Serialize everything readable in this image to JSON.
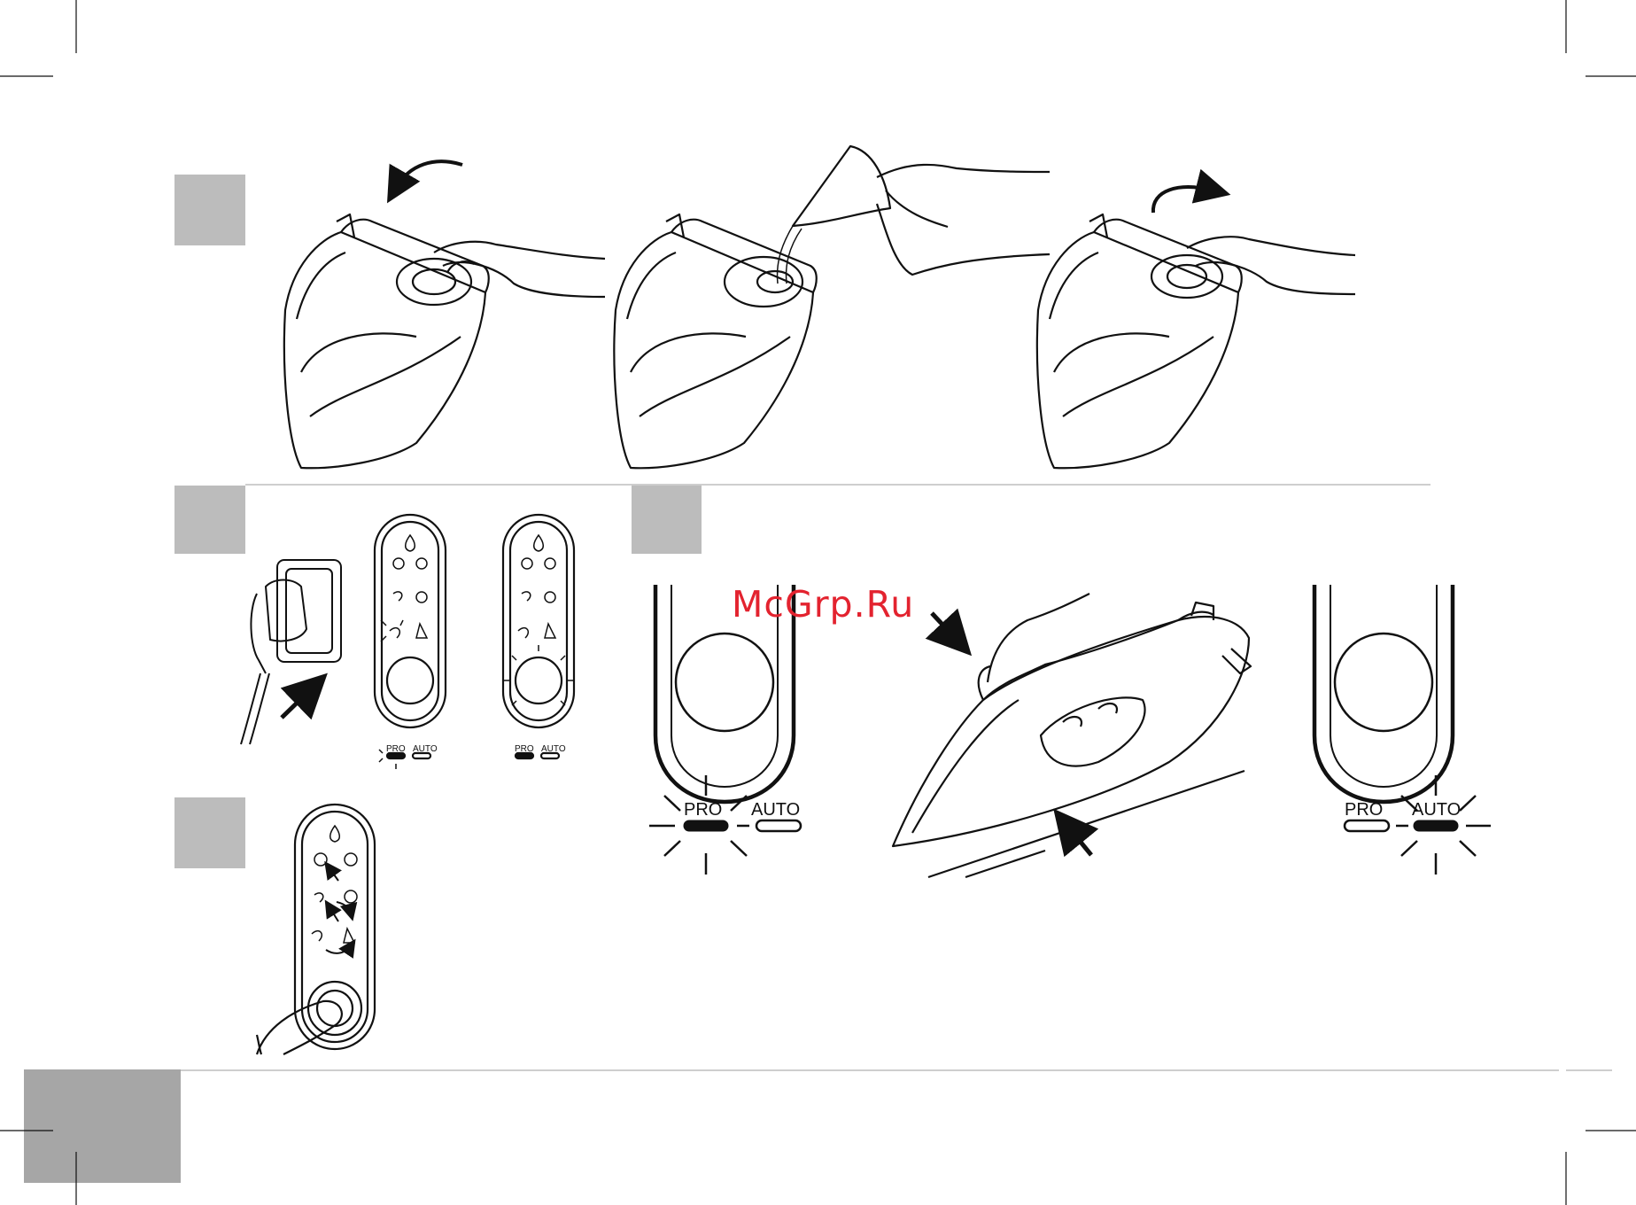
{
  "watermark": "McGrp.Ru",
  "panels": {
    "left_pro": "PRO",
    "left_auto": "AUTO",
    "right_pro": "PRO",
    "right_auto": "AUTO"
  },
  "small_panels": {
    "a_pro": "PRO",
    "a_auto": "AUTO",
    "b_pro": "PRO",
    "b_auto": "AUTO"
  },
  "colors": {
    "ink": "#111111",
    "step_box": "#bcbcbc",
    "footer_box": "#a6a6a6",
    "watermark": "#e3232f"
  },
  "icons": [
    "arrow-icon",
    "water-drop-icon",
    "cotton-icon",
    "wool-icon",
    "leaf-icon",
    "synthetic-icon",
    "flask-icon",
    "power-button-icon",
    "plug-icon",
    "hand-icon"
  ]
}
